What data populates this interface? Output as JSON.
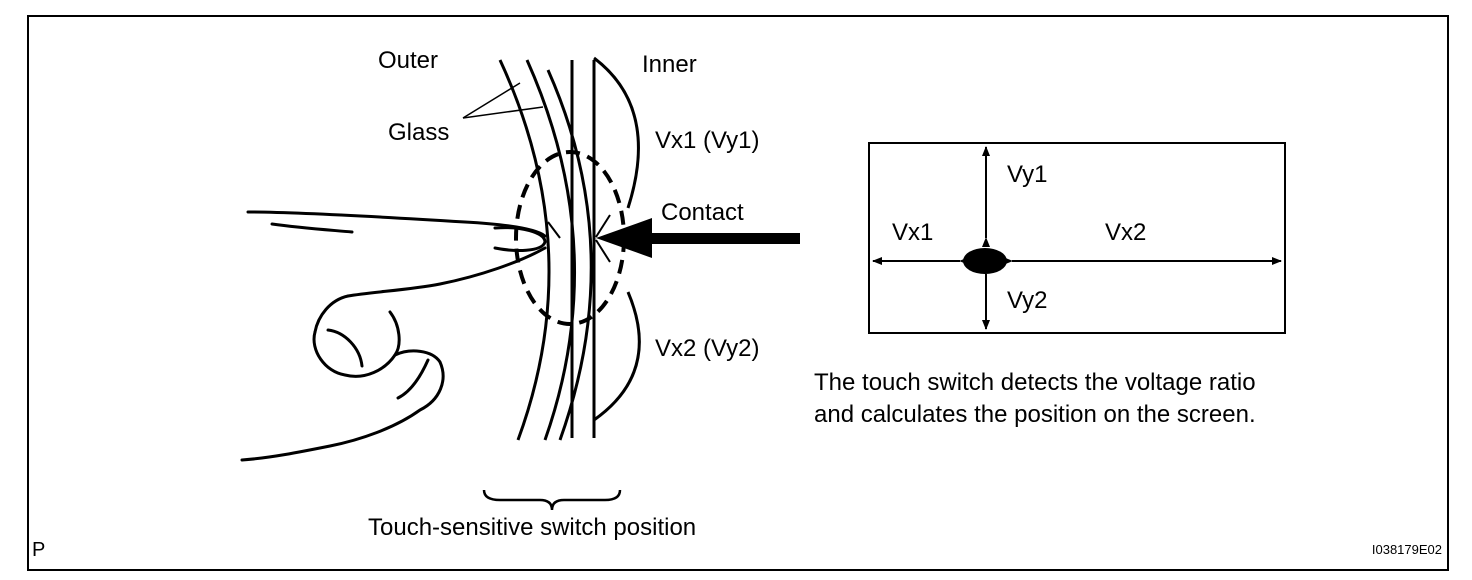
{
  "left_panel": {
    "outer_label": "Outer",
    "inner_label": "Inner",
    "glass_label": "Glass",
    "vx1_vy1_label": "Vx1 (Vy1)",
    "vx2_vy2_label": "Vx2 (Vy2)",
    "contact_label": "Contact",
    "switch_position_label": "Touch-sensitive switch position"
  },
  "right_panel": {
    "vy1_label": "Vy1",
    "vy2_label": "Vy2",
    "vx1_label": "Vx1",
    "vx2_label": "Vx2",
    "description_line1": "The touch switch detects the voltage ratio",
    "description_line2": "and calculates the position on the screen."
  },
  "footer": {
    "corner_letter": "P",
    "figure_id": "I038179E02"
  }
}
